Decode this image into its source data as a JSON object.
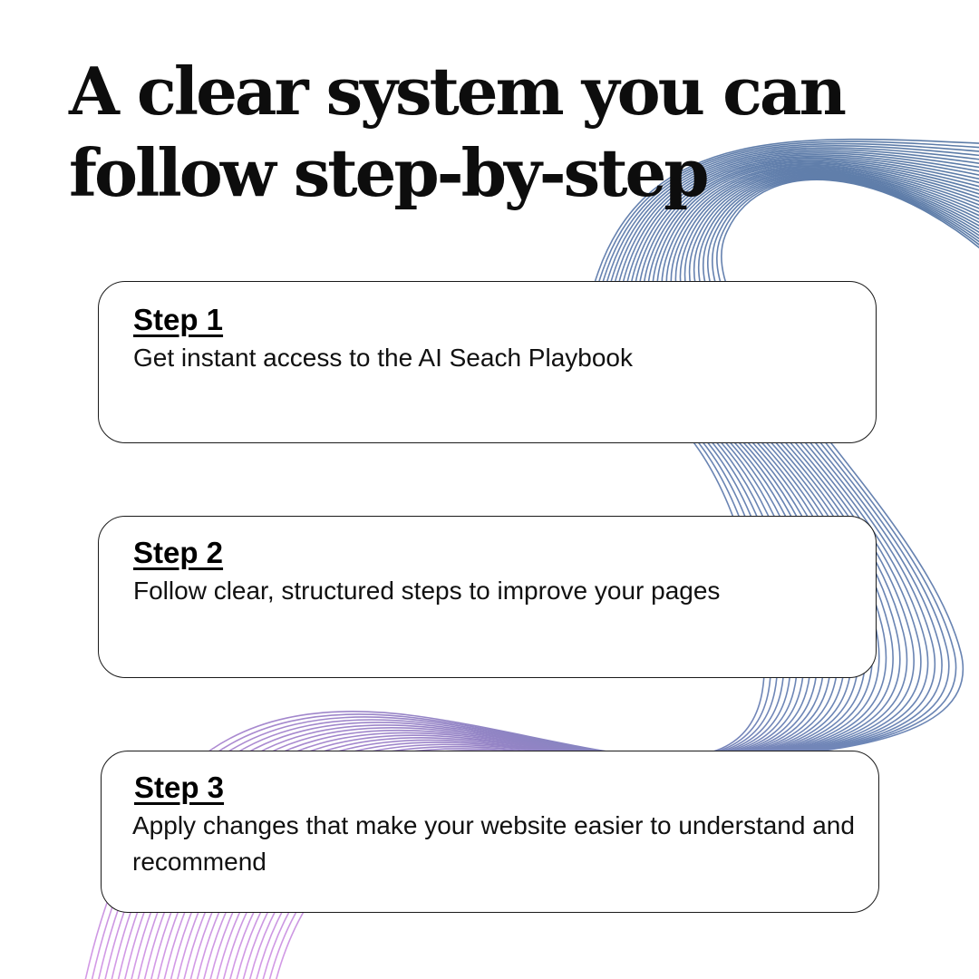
{
  "headline": {
    "line1": "A clear system you can",
    "line2": "follow step-by-step"
  },
  "steps": [
    {
      "title": "Step 1",
      "description": "Get instant access to the AI Seach Playbook"
    },
    {
      "title": "Step 2",
      "description": "Follow clear, structured steps to improve your pages"
    },
    {
      "title": "Step 3",
      "description": "Apply changes that make your website easier to understand and recommend"
    }
  ],
  "colors": {
    "background": "#ffffff",
    "text": "#0d0d0d",
    "line_blue": "#5b7ba6",
    "line_violet": "#b07fd6",
    "card_border": "#1a1a1a"
  },
  "icons": {
    "background": "wave-lines-pattern"
  }
}
